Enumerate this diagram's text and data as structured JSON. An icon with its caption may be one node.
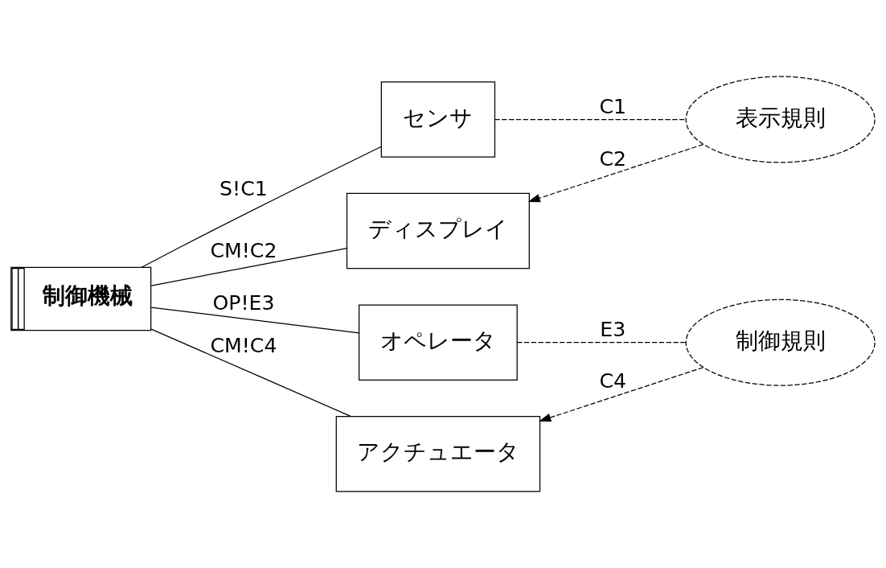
{
  "diagram": {
    "nodes": [
      {
        "text": [
          "制御機械"
        ]
      },
      {
        "text": [
          "センサ"
        ]
      },
      {
        "text": [
          "ディスプレイ"
        ]
      },
      {
        "text": [
          "オペレータ"
        ]
      },
      {
        "text": [
          "アクチュエータ"
        ]
      },
      {
        "text": [
          "表示規則"
        ]
      },
      {
        "text": [
          "制御規則"
        ]
      }
    ],
    "edges": [
      {
        "from": 0,
        "to": 1,
        "arrow": "none",
        "label": "S!C1"
      },
      {
        "from": 0,
        "to": 2,
        "arrow": "none",
        "label": "CM!C2"
      },
      {
        "from": 0,
        "to": 3,
        "arrow": "none",
        "label": "OP!E3"
      },
      {
        "from": 0,
        "to": 4,
        "arrow": "none",
        "label": "CM!C4"
      },
      {
        "from": 1,
        "to": 5,
        "arrow": "none",
        "label": "C1",
        "style": "dashed"
      },
      {
        "from": 5,
        "to": 2,
        "arrow": "to",
        "label": "C2",
        "style": "dashed"
      },
      {
        "from": 3,
        "to": 6,
        "arrow": "none",
        "label": "E3",
        "style": "dashed"
      },
      {
        "from": 6,
        "to": 4,
        "arrow": "to",
        "label": "C4",
        "style": "dashed"
      }
    ]
  }
}
